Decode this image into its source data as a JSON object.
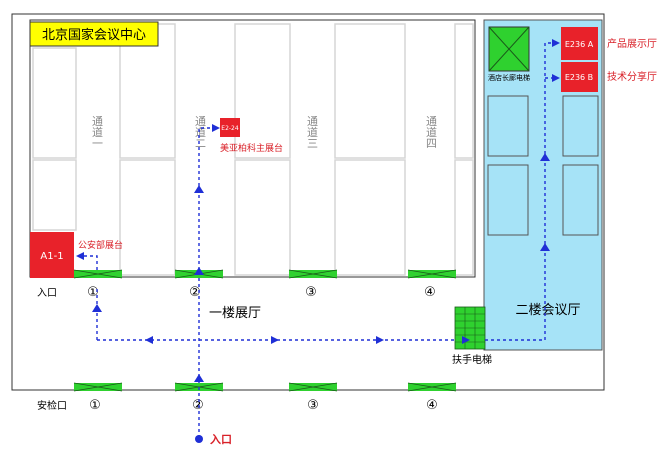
{
  "title": "北京国家会议中心",
  "colors": {
    "title_bg": "#ffff00",
    "booth_red": "#e8222a",
    "route_blue": "#1f2fd6",
    "hall_blue": "#a6e3f7",
    "entrance_green": "#2fd12f",
    "label_red": "#d92028",
    "wall": "#d9d9d9"
  },
  "channels": [
    "通道一",
    "通道二",
    "通道三",
    "通道四"
  ],
  "booths": {
    "a1": {
      "code": "A1-1",
      "label": "公安部展台"
    },
    "e2": {
      "code": "E2-24",
      "label": "美亚柏科主展台"
    },
    "e236a": {
      "code": "E236 A",
      "label": "产品展示厅"
    },
    "e236b": {
      "code": "E236 B",
      "label": "技术分享厅"
    }
  },
  "elevator_label": "酒店长廊电梯",
  "escalator_label": "扶手电梯",
  "hall1_label": "一楼展厅",
  "hall2_label": "二楼会议厅",
  "entrance_label": "入口",
  "security_label": "安检口",
  "bottom_entrance_label": "入口",
  "gate_numbers": [
    "①",
    "②",
    "③",
    "④"
  ]
}
